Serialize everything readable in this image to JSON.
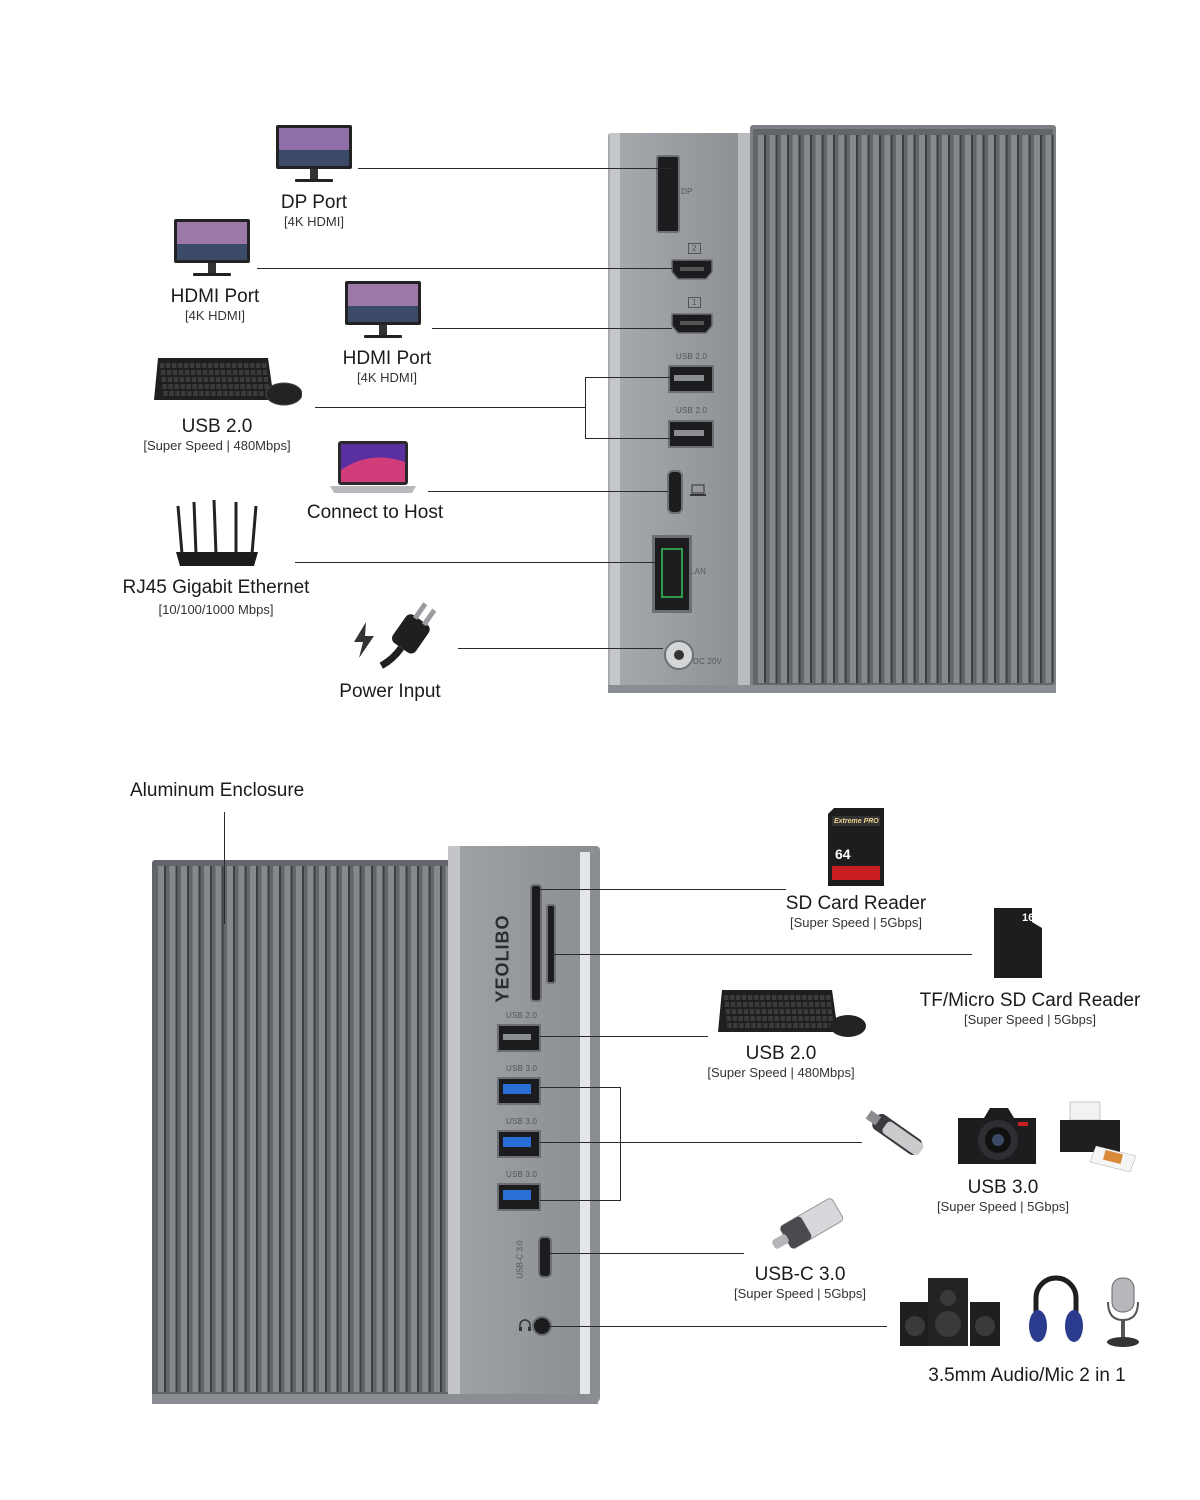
{
  "top_labels": {
    "dp": {
      "title": "DP Port",
      "sub": "[4K HDMI]"
    },
    "hdmi2": {
      "title": "HDMI Port",
      "sub": "[4K HDMI]"
    },
    "hdmi1": {
      "title": "HDMI Port",
      "sub": "[4K HDMI]"
    },
    "usb2": {
      "title": "USB 2.0",
      "sub": "[Super Speed | 480Mbps]"
    },
    "host": {
      "title": "Connect to Host"
    },
    "lan": {
      "title": "RJ45 Gigabit Ethernet",
      "sub": "[10/100/1000 Mbps]"
    },
    "power": {
      "title": "Power Input"
    }
  },
  "top_port_marks": {
    "dp": "DP",
    "hdmi2": "2",
    "hdmi1": "1",
    "usb_a": "USB 2.0",
    "usb_b": "USB 2.0",
    "lan": "LAN",
    "dc": "DC 20V"
  },
  "bottom_labels": {
    "enclosure": "Aluminum Enclosure",
    "sd": {
      "title": "SD Card Reader",
      "sub": "[Super Speed | 5Gbps]"
    },
    "tf": {
      "title": "TF/Micro SD Card Reader",
      "sub": "[Super Speed | 5Gbps]"
    },
    "usb2": {
      "title": "USB 2.0",
      "sub": "[Super Speed | 480Mbps]"
    },
    "usb3": {
      "title": "USB 3.0",
      "sub": "[Super Speed | 5Gbps]"
    },
    "usbc": {
      "title": "USB-C 3.0",
      "sub": "[Super Speed | 5Gbps]"
    },
    "audio": {
      "title": "3.5mm Audio/Mic 2 in 1"
    }
  },
  "bottom_port_marks": {
    "brand": "YEOLIBO",
    "usb2": "USB 2.0",
    "usb3_a": "USB 3.0",
    "usb3_b": "USB 3.0",
    "usb3_c": "USB 3.0",
    "usbc": "USB-C 3.0"
  },
  "card_marks": {
    "sd_brand": "Extreme PRO",
    "sd_capacity": "64",
    "tf_capacity": "16"
  },
  "colors": {
    "body": "#8e9196",
    "fins": "#5a5d62",
    "usb3_blue": "#2a6fd6"
  }
}
